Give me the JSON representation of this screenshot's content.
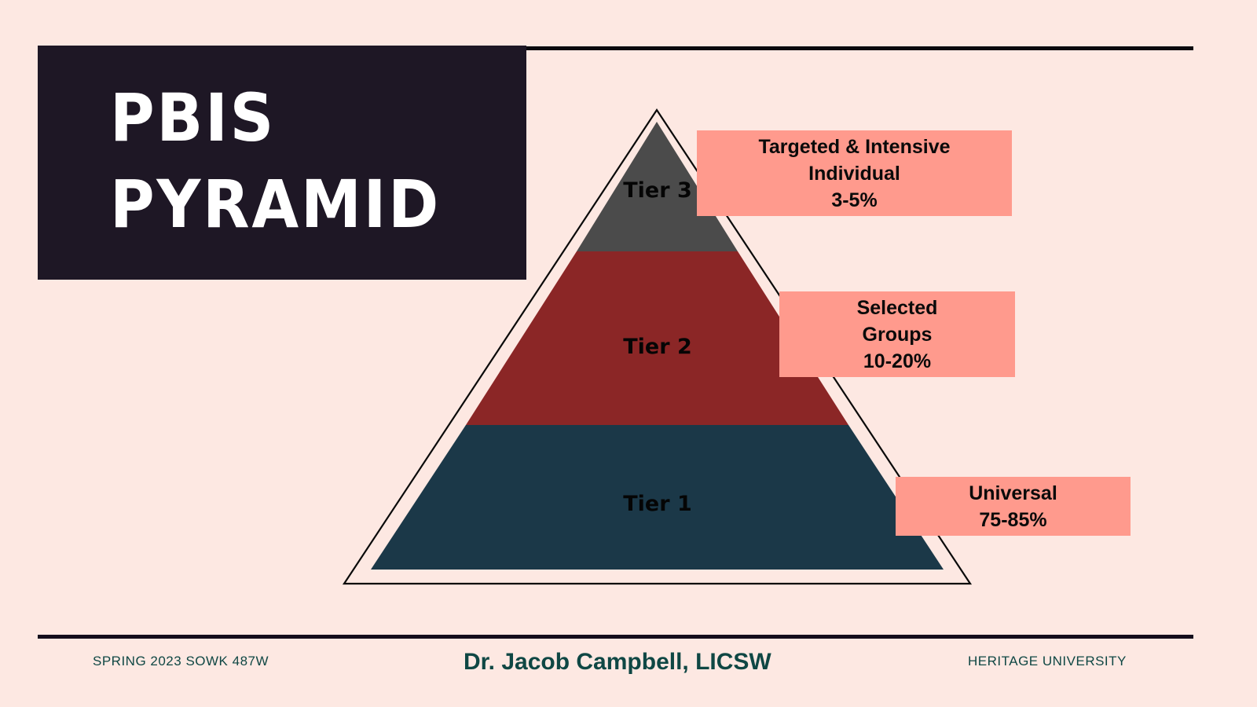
{
  "slide": {
    "title_lines": [
      "PBIS",
      "PYRAMID"
    ],
    "colors": {
      "background": "#FDE8E2",
      "title_box": "#1E1725",
      "title_text": "#FFFFFF",
      "rules": "#0A0A0E",
      "callout_bg": "#FF9A8D",
      "footer_text": "#0F4744"
    }
  },
  "pyramid": {
    "tiers": [
      {
        "label": "Tier 3",
        "color": "#4B4B4B",
        "callout": [
          "Targeted & Intensive",
          "Individual",
          "3-5%"
        ]
      },
      {
        "label": "Tier 2",
        "color": "#8B2626",
        "callout": [
          "Selected",
          "Groups",
          "10-20%"
        ]
      },
      {
        "label": "Tier 1",
        "color": "#1B3848",
        "callout": [
          "Universal",
          "75-85%"
        ]
      }
    ]
  },
  "footer": {
    "left": "SPRING 2023 SOWK 487W",
    "center": "Dr. Jacob Campbell, LICSW",
    "right": "HERITAGE UNIVERSITY"
  }
}
